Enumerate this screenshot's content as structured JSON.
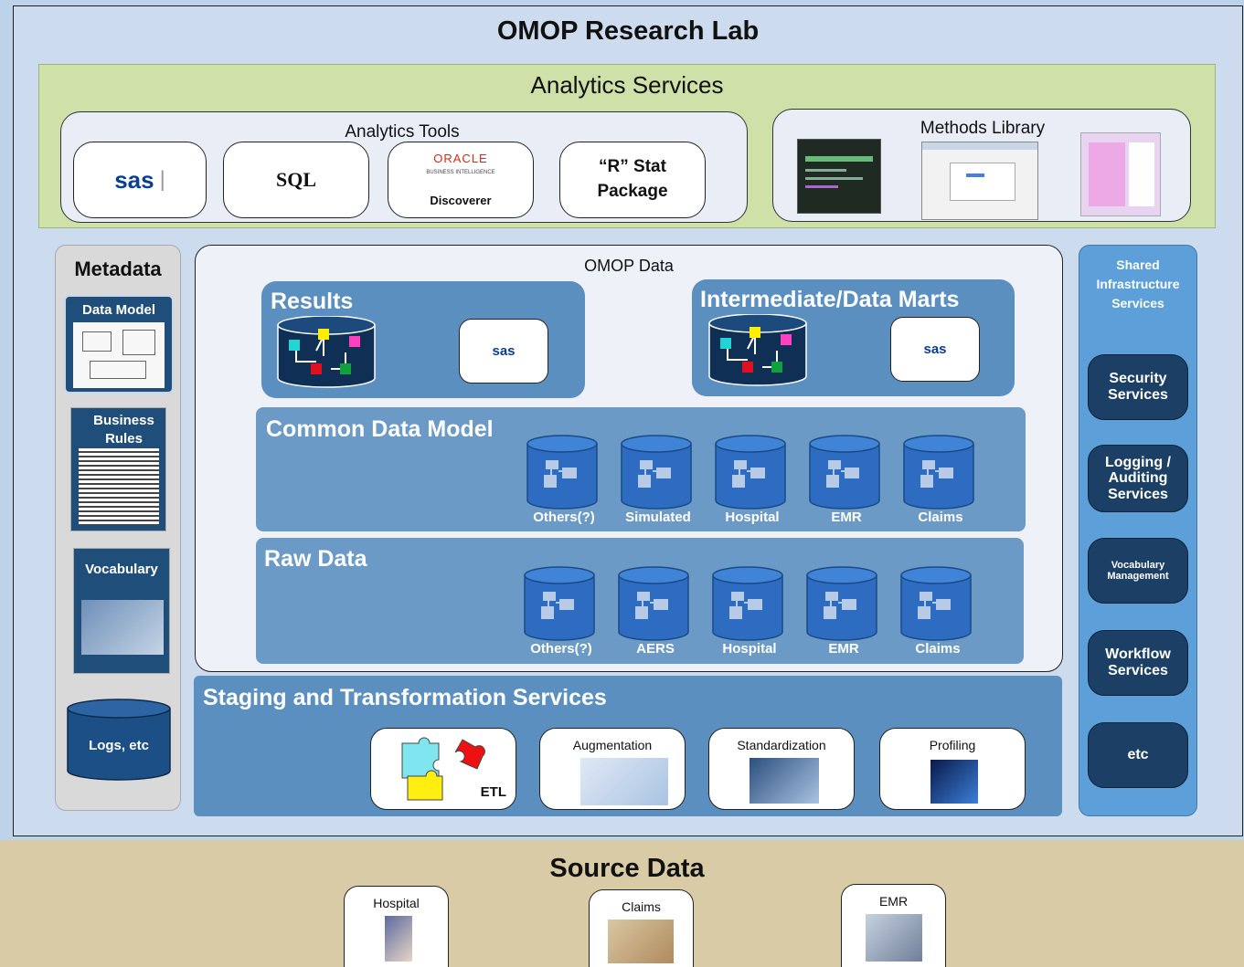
{
  "title": "OMOP Research Lab",
  "analytics": {
    "title": "Analytics Services",
    "tools": {
      "title": "Analytics Tools",
      "items": [
        "sas",
        "SQL",
        "ORACLE",
        "Discoverer",
        "“R” Stat Package"
      ],
      "oracle_sub": "BUSINESS INTELLIGENCE"
    },
    "methods": {
      "title": "Methods Library"
    }
  },
  "metadata": {
    "title": "Metadata",
    "items": [
      "Data Model",
      "Business Rules",
      "Vocabulary",
      "Logs, etc"
    ]
  },
  "omop_data": {
    "title": "OMOP Data",
    "results": {
      "title": "Results",
      "tool": "sas"
    },
    "marts": {
      "title": "Intermediate/Data Marts",
      "tool": "sas"
    },
    "cdm": {
      "title": "Common Data Model",
      "sources": [
        "Others(?)",
        "Simulated",
        "Hospital",
        "EMR",
        "Claims"
      ]
    },
    "raw": {
      "title": "Raw Data",
      "sources": [
        "Others(?)",
        "AERS",
        "Hospital",
        "EMR",
        "Claims"
      ]
    }
  },
  "staging": {
    "title": "Staging and Transformation Services",
    "items": [
      "ETL",
      "Augmentation",
      "Standardization",
      "Profiling"
    ]
  },
  "infrastructure": {
    "title": "Shared Infrastructure Services",
    "services": [
      "Security Services",
      "Logging / Auditing Services",
      "Vocabulary Management",
      "Workflow Services",
      "etc"
    ]
  },
  "source": {
    "title": "Source Data",
    "items": [
      "Hospital",
      "Claims",
      "EMR"
    ]
  },
  "colors": {
    "background": "#bcd3ea",
    "analytics_band": "#cfe0a8",
    "blue_panel": "#5b8fbf",
    "service_button": "#1c3f66",
    "source_band": "#d8cba5"
  }
}
